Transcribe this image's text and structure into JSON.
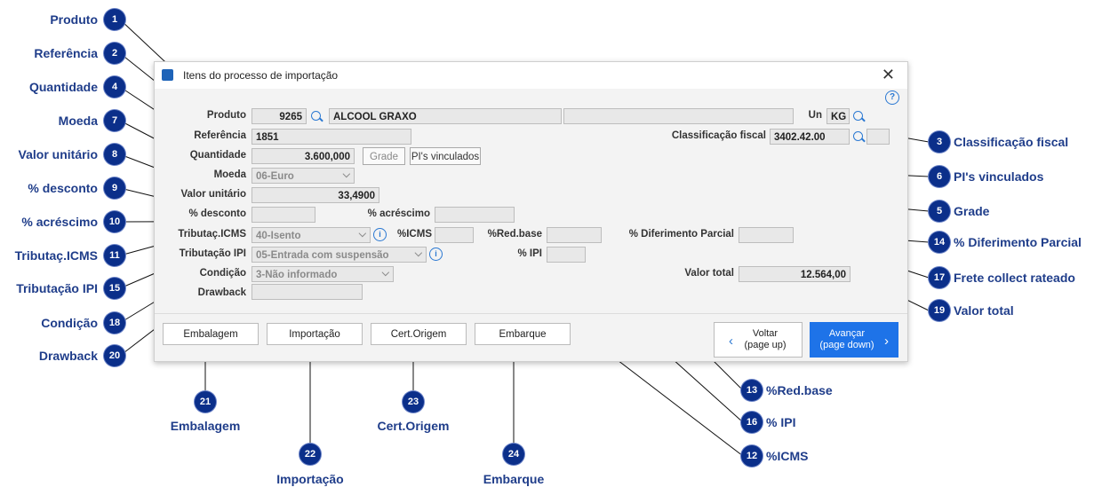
{
  "dialog": {
    "title": "Itens do processo de importação",
    "close_glyph": "✕",
    "help_glyph": "?",
    "labels": {
      "produto": "Produto",
      "referencia": "Referência",
      "quantidade": "Quantidade",
      "moeda": "Moeda",
      "valor_unitario": "Valor unitário",
      "desconto": "% desconto",
      "acrescimo": "% acréscimo",
      "tributac_icms": "Tributaç.ICMS",
      "icms": "%ICMS",
      "red_base": "%Red.base",
      "diferimento": "% Diferimento Parcial",
      "tributacao_ipi": "Tributação IPI",
      "ipi": "% IPI",
      "condicao": "Condição",
      "valor_total": "Valor total",
      "drawback": "Drawback",
      "un": "Un",
      "classificacao": "Classificação fiscal"
    },
    "values": {
      "produto_codigo": "9265",
      "produto_descricao": "ALCOOL GRAXO",
      "unidade": "KG",
      "referencia": "1851",
      "quantidade": "3.600,000",
      "moeda": "06-Euro",
      "valor_unitario": "33,4900",
      "tributac_icms": "40-Isento",
      "tributacao_ipi": "05-Entrada com suspensão",
      "condicao": "3-Não informado",
      "classificacao": "3402.42.00",
      "valor_total": "12.564,00"
    },
    "buttons": {
      "grade": "Grade",
      "pis_vinculados": "PI's vinculados",
      "embalagem": "Embalagem",
      "importacao": "Importação",
      "cert_origem": "Cert.Origem",
      "embarque": "Embarque",
      "voltar_l1": "Voltar",
      "voltar_l2": "(page up)",
      "avancar_l1": "Avançar",
      "avancar_l2": "(page down)"
    },
    "colors": {
      "accent": "#1e73e8",
      "badge": "#0b2f8a",
      "callout_text": "#1f3d8a"
    }
  },
  "callouts": [
    {
      "n": "1",
      "label": "Produto"
    },
    {
      "n": "2",
      "label": "Referência"
    },
    {
      "n": "3",
      "label": "Classificação fiscal"
    },
    {
      "n": "4",
      "label": "Quantidade"
    },
    {
      "n": "5",
      "label": "Grade"
    },
    {
      "n": "6",
      "label": "PI's vinculados"
    },
    {
      "n": "7",
      "label": "Moeda"
    },
    {
      "n": "8",
      "label": "Valor unitário"
    },
    {
      "n": "9",
      "label": "% desconto"
    },
    {
      "n": "10",
      "label": "% acréscimo"
    },
    {
      "n": "11",
      "label": "Tributaç.ICMS"
    },
    {
      "n": "12",
      "label": "%ICMS"
    },
    {
      "n": "13",
      "label": "%Red.base"
    },
    {
      "n": "14",
      "label": "% Diferimento Parcial"
    },
    {
      "n": "15",
      "label": "Tributação IPI"
    },
    {
      "n": "16",
      "label": "% IPI"
    },
    {
      "n": "17",
      "label": "Frete collect rateado"
    },
    {
      "n": "18",
      "label": "Condição"
    },
    {
      "n": "19",
      "label": "Valor total"
    },
    {
      "n": "20",
      "label": "Drawback"
    },
    {
      "n": "21",
      "label": "Embalagem"
    },
    {
      "n": "22",
      "label": "Importação"
    },
    {
      "n": "23",
      "label": "Cert.Origem"
    },
    {
      "n": "24",
      "label": "Embarque"
    }
  ]
}
